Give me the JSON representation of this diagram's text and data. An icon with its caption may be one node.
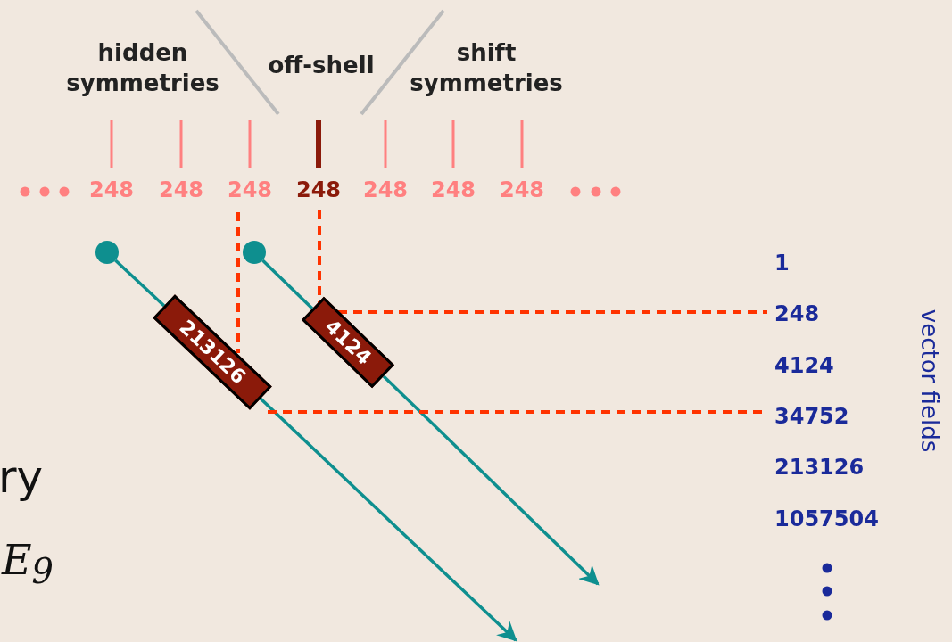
{
  "diagram": {
    "nodes": [
      {
        "text": [
          "248"
        ]
      },
      {
        "text": [
          "248"
        ]
      },
      {
        "text": [
          "248"
        ]
      },
      {
        "text": [
          "248"
        ]
      },
      {
        "text": [
          "248"
        ]
      },
      {
        "text": [
          "248"
        ]
      },
      {
        "text": [
          "248"
        ]
      },
      {
        "text": [],
        "shape": "circle"
      },
      {
        "text": [],
        "shape": "circle"
      },
      {
        "text": [
          "213126"
        ]
      },
      {
        "text": [
          "4124"
        ]
      },
      {
        "text": [
          "1"
        ]
      },
      {
        "text": [
          "248"
        ]
      },
      {
        "text": [
          "4124"
        ]
      },
      {
        "text": [
          "34752"
        ]
      },
      {
        "text": [
          "213126"
        ]
      },
      {
        "text": [
          "1057504"
        ]
      }
    ],
    "edges": [
      {
        "from": 7,
        "to": 9,
        "arrow": "none",
        "color": "#0e8f8f"
      },
      {
        "from": 9,
        "to": null,
        "arrow": "to",
        "color": "#0e8f8f"
      },
      {
        "from": 8,
        "to": 10,
        "arrow": "none",
        "color": "#0e8f8f"
      },
      {
        "from": 10,
        "to": null,
        "arrow": "to",
        "color": "#0e8f8f"
      },
      {
        "from": 2,
        "to": 9,
        "arrow": "none",
        "style": "dashed",
        "color": "#ff3300"
      },
      {
        "from": 9,
        "to": 14,
        "arrow": "none",
        "style": "dashed",
        "color": "#ff3300"
      },
      {
        "from": 3,
        "to": 10,
        "arrow": "none",
        "style": "dashed",
        "color": "#ff3300"
      },
      {
        "from": 10,
        "to": 12,
        "arrow": "none",
        "style": "dashed",
        "color": "#ff3300"
      }
    ],
    "labels": [
      "hidden symmetries",
      "off-shell",
      "shift symmetries",
      "vector fields",
      "ry",
      "E$_{9}$"
    ]
  }
}
